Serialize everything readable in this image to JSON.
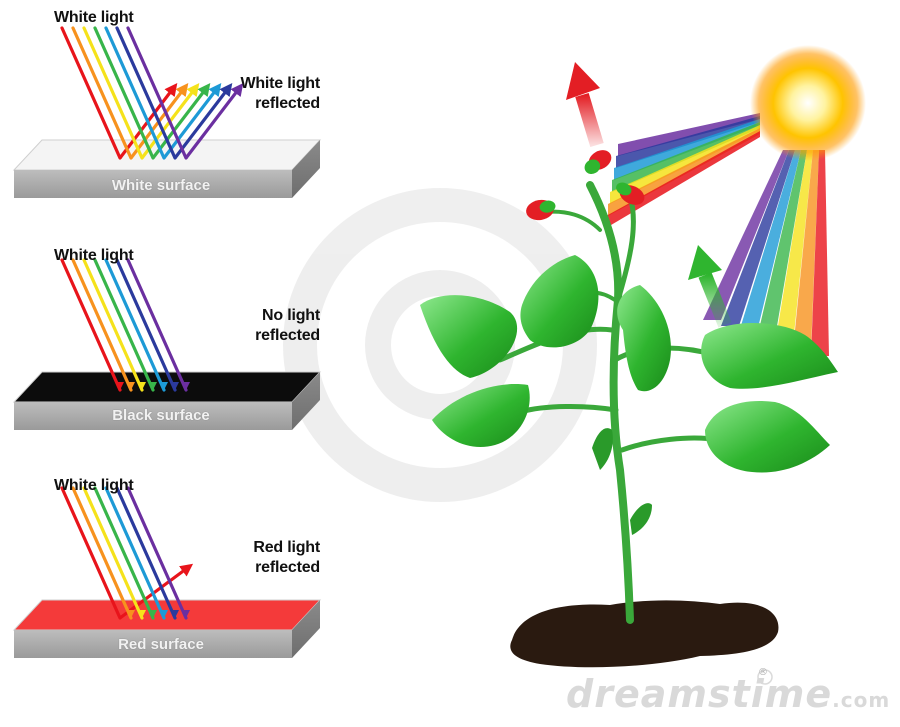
{
  "panels": [
    {
      "id": "white",
      "incoming_label": "White light",
      "reflected_label_1": "White light",
      "reflected_label_2": "reflected",
      "surface_label": "White surface",
      "surface_color": "#f4f4f4"
    },
    {
      "id": "black",
      "incoming_label": "White light",
      "reflected_label_1": "No light",
      "reflected_label_2": "reflected",
      "surface_label": "Black surface",
      "surface_color": "#0c0c0c"
    },
    {
      "id": "red",
      "incoming_label": "White light",
      "reflected_label_1": "Red light",
      "reflected_label_2": "reflected",
      "surface_label": "Red surface",
      "surface_color": "#f43a3a"
    }
  ],
  "spectrum_colors": [
    "#e8141b",
    "#f7921e",
    "#f5e21b",
    "#38b54a",
    "#1d9ad6",
    "#2b3a9d",
    "#6b2fa0"
  ],
  "colors": {
    "leaf": "#2fb52f",
    "leaf_light": "#7ee07e",
    "stem": "#3aa83a",
    "soil": "#2a1a10",
    "sun": "#ffcc00",
    "flower": "#e31e24"
  },
  "watermark": {
    "brand": "dreamstime",
    "domain": ".com",
    "registered": "®"
  }
}
